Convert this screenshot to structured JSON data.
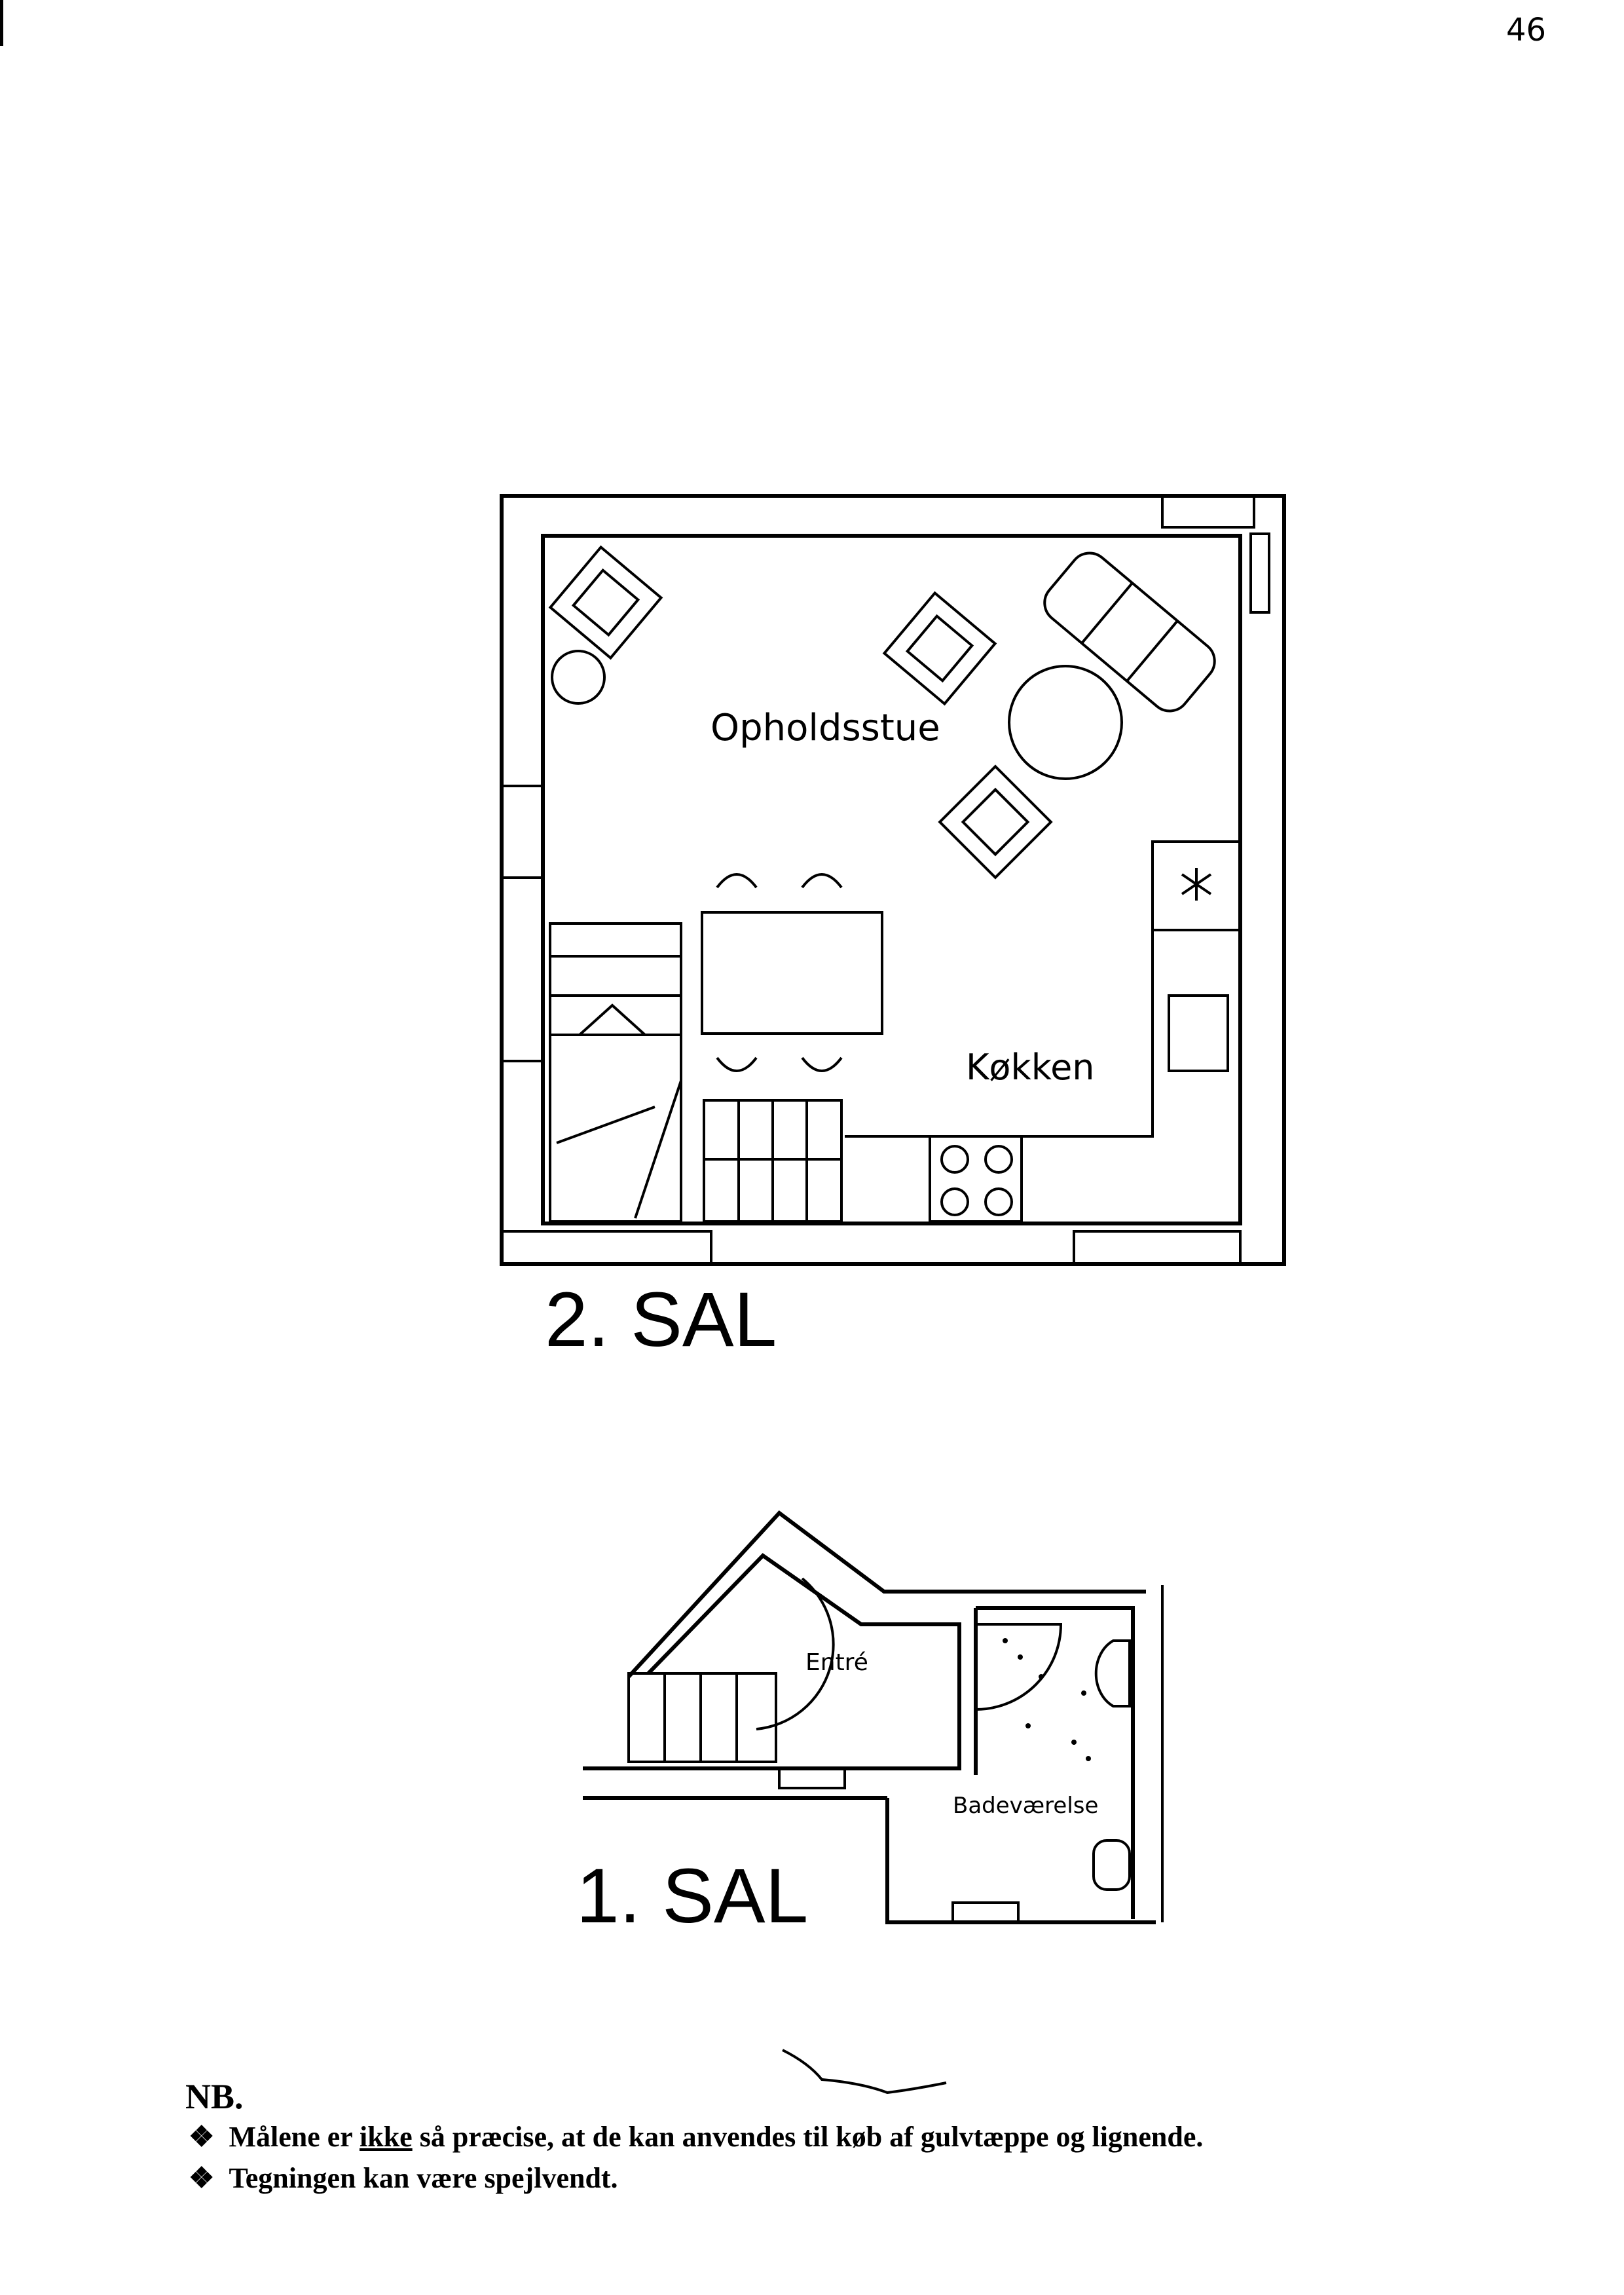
{
  "page_number": "46",
  "floor2": {
    "title": "2. SAL",
    "rooms": {
      "living": "Opholdsstue",
      "kitchen": "Køkken"
    }
  },
  "floor1": {
    "title": "1. SAL",
    "rooms": {
      "entry": "Entré",
      "bathroom": "Badeværelse"
    }
  },
  "notes": {
    "heading": "NB.",
    "bullet": "❖",
    "line1_before": "Målene er ",
    "line1_emphasis": "ikke",
    "line1_after": " så præcise, at de kan anvendes til køb af gulvtæppe og lignende.",
    "line2": "Tegningen kan være spejlvendt."
  }
}
